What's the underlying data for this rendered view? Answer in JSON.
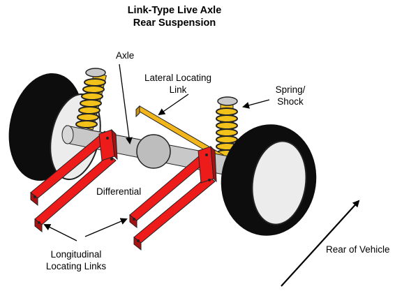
{
  "diagram": {
    "title_line1": "Link-Type Live Axle",
    "title_line2": "Rear Suspension",
    "labels": {
      "axle": "Axle",
      "lateral_link_line1": "Lateral Locating",
      "lateral_link_line2": "Link",
      "spring_line1": "Spring/",
      "spring_line2": "Shock",
      "differential": "Differential",
      "longitudinal_line1": "Longitudinal",
      "longitudinal_line2": "Locating Links",
      "rear_of_vehicle": "Rear of Vehicle"
    },
    "colors": {
      "tire": "#0d0d0d",
      "wheel_rim": "#ececec",
      "axle": "#c8c8c8",
      "spring": "#f2c21b",
      "links": "#ee1b1b",
      "lateral_link": "#f2b61b"
    }
  }
}
